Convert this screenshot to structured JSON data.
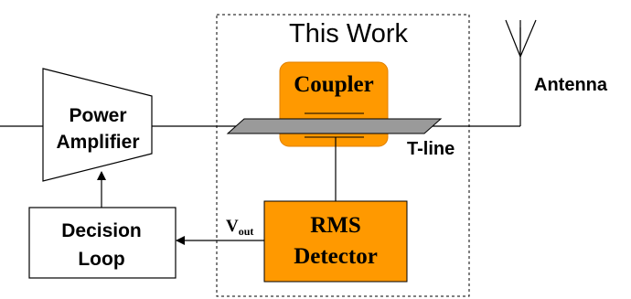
{
  "diagram": {
    "work_region_label": "This Work",
    "coupler_label": "Coupler",
    "power_amplifier": {
      "line1": "Power",
      "line2": "Amplifier"
    },
    "antenna_label": "Antenna",
    "tline_label": "T-line",
    "decision_loop": {
      "line1": "Decision",
      "line2": "Loop"
    },
    "rms_detector": {
      "line1": "RMS",
      "line2": "Detector"
    },
    "vout_label": {
      "main": "V",
      "subscript": "out"
    },
    "colors": {
      "orange_fill": "#FF9900",
      "orange_stroke": "#E08000",
      "tline_fill": "#9A9A9A",
      "line": "#000000"
    }
  }
}
